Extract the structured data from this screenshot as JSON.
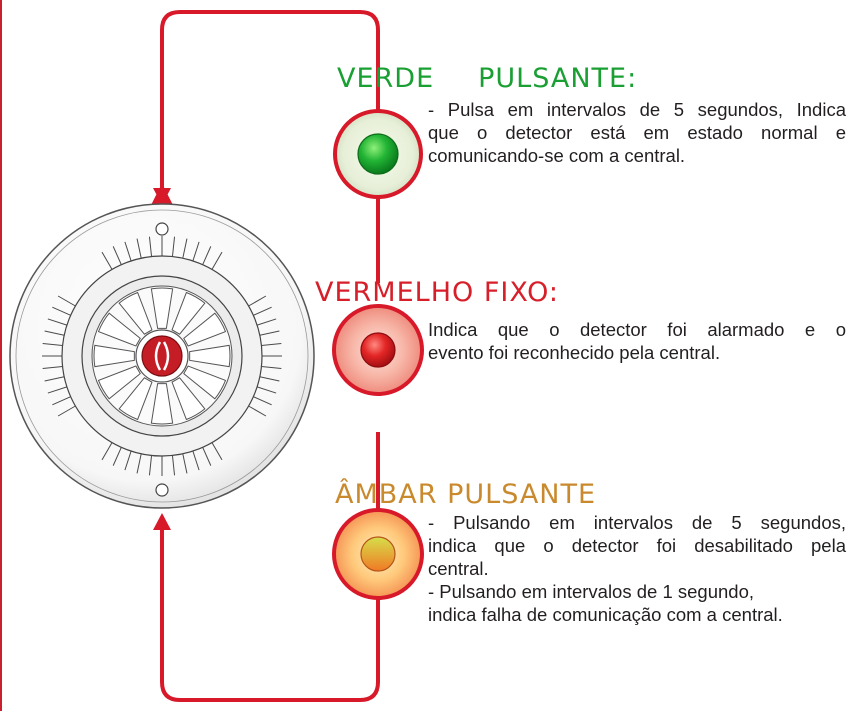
{
  "colors": {
    "accent": "#d7192a",
    "verde_heading": "#1a9f33",
    "vermelho_heading": "#d71f2a",
    "ambar_heading": "#c98a2e",
    "body_text": "#231f20"
  },
  "states": [
    {
      "id": "verde",
      "title_word1": "VERDE",
      "title_word2": "PULSANTE:",
      "lines": [
        "- Pulsa em intervalos de 5 segundos, Indica",
        "que o detector está em estado normal e",
        "comunicando-se com a central."
      ],
      "led_icon": "green-led-icon"
    },
    {
      "id": "vermelho",
      "title": "VERMELHO FIXO:",
      "lines": [
        "Indica que o detector foi alarmado e o",
        "evento foi reconhecido pela central."
      ],
      "led_icon": "red-led-icon"
    },
    {
      "id": "ambar",
      "title": "ÂMBAR PULSANTE",
      "lines": [
        "- Pulsando em intervalos de 5 segundos,",
        "indica que o detector foi desabilitado pela",
        "central.",
        "- Pulsando em intervalos de 1 segundo,",
        "indica falha de comunicação com a central."
      ],
      "led_icon": "amber-led-icon"
    }
  ],
  "detector_icon": "smoke-detector-icon",
  "arrow_icons": [
    "arrow-down-icon",
    "arrow-up-icon"
  ]
}
